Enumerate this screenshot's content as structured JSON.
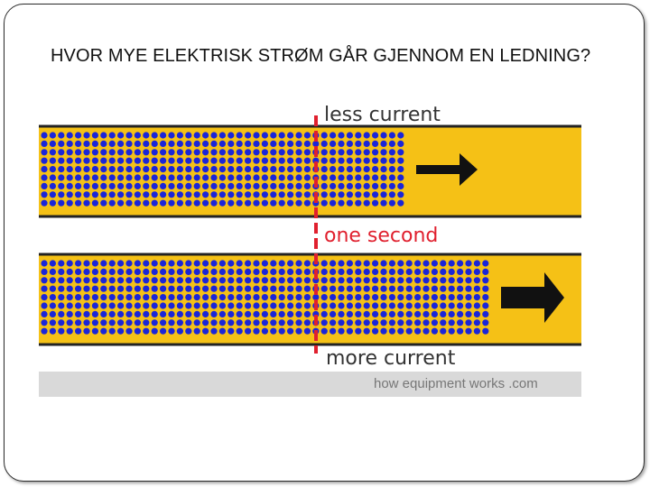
{
  "slide": {
    "title": "HVOR MYE ELEKTRISK STRØM GÅR GJENNOM EN LEDNING?"
  },
  "figure": {
    "label_top": "less current",
    "label_middle": "one second",
    "label_bottom": "more current",
    "credit": "how equipment works .com",
    "colors": {
      "wire": "#f5c116",
      "electron": "#1a25d8",
      "marker": "#e0202e",
      "arrow": "#111111",
      "label": "#333333",
      "label_accent": "#e0202e",
      "credit_band": "#d9d9d9"
    },
    "icons": [
      "arrow-right-icon",
      "arrow-right-icon"
    ]
  }
}
